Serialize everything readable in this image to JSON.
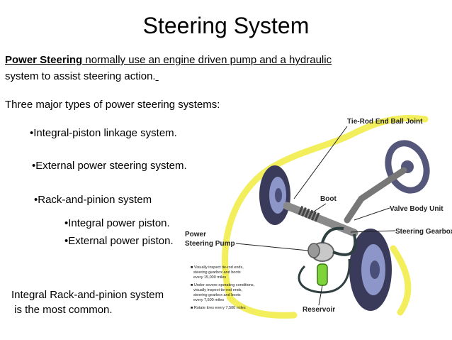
{
  "slide": {
    "title": "Steering System",
    "intro": {
      "term": "Power Steering",
      "line1": " normally use an engine driven pump and a hydraulic",
      "line2": "system to assist steering action."
    },
    "types_heading": "Three major types of power steering systems:",
    "bullets": [
      "•Integral-piston linkage system.",
      "•External power steering system.",
      "•Rack-and-pinion system"
    ],
    "sub_bullets": [
      "•Integral power piston.",
      "•External power piston."
    ],
    "conclusion": {
      "line1": "Integral Rack-and-pinion system",
      "line2": " is the most common."
    }
  },
  "diagram": {
    "labels": {
      "tie_rod": "Tie-Rod End Ball Joint",
      "boot": "Boot",
      "valve_body": "Valve Body Unit",
      "power_steering_pump_1": "Power",
      "power_steering_pump_2": "Steering Pump",
      "steering_gearbox": "Steering Gearbox",
      "reservoir": "Reservoir"
    },
    "notes": [
      "■ Visually inspect tie-rod ends,",
      "steering gearbox and boots",
      "every 15,000 miles",
      "■ Under severe operating conditions,",
      "visually inspect tie-rod ends,",
      "steering gearbox and boots",
      "every 7,500 miles",
      "■ Rotate tires every 7,500 miles"
    ],
    "colors": {
      "body_outline": "#f2ee5c",
      "tire": "#3a3a5a",
      "wheel_rim": "#8d96c8",
      "steering_wheel": "#55577a",
      "fluid": "#7ed23a"
    }
  }
}
